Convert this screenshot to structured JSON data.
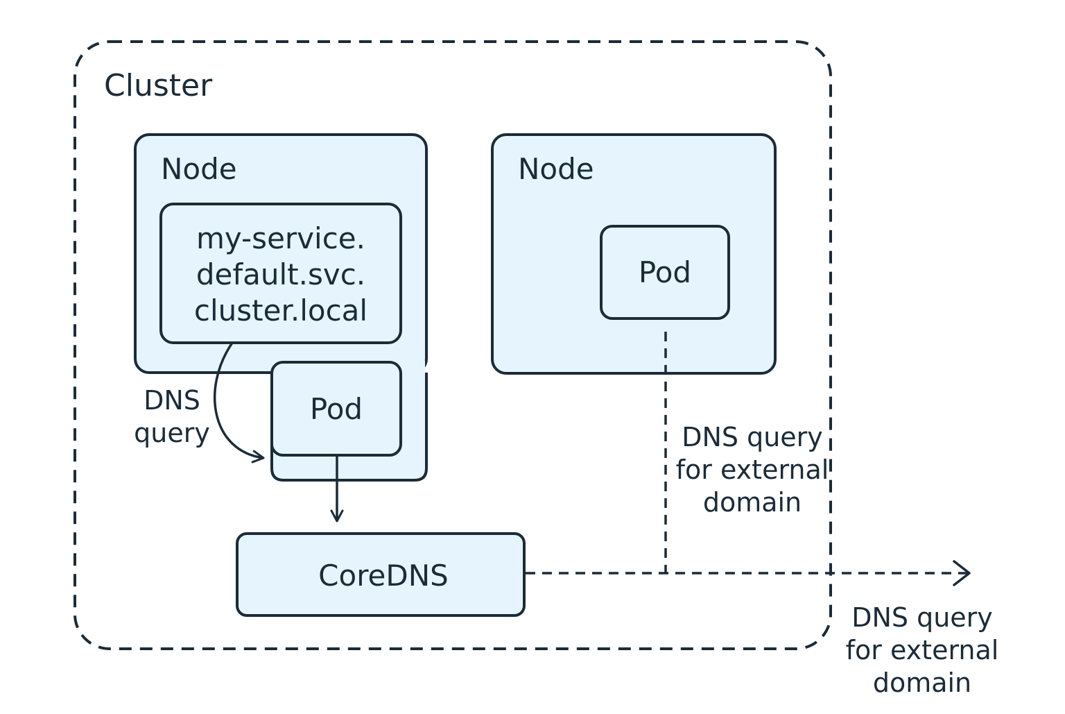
{
  "colors": {
    "stroke": "#1b2b38",
    "box_fill": "#e6f5fd",
    "background": "#ffffff"
  },
  "cluster": {
    "label": "Cluster"
  },
  "node_left": {
    "label": "Node"
  },
  "node_right": {
    "label": "Node"
  },
  "service_box": {
    "line1": "my-service.",
    "line2": "default.svc.",
    "line3": "cluster.local"
  },
  "pod_left": {
    "label": "Pod"
  },
  "pod_right": {
    "label": "Pod"
  },
  "coredns": {
    "label": "CoreDNS"
  },
  "edges": {
    "internal_query": {
      "line1": "DNS",
      "line2": "query"
    },
    "external_query_inside": {
      "line1": "DNS query",
      "line2": "for external",
      "line3": "domain"
    },
    "external_query_outside": {
      "line1": "DNS query",
      "line2": "for external",
      "line3": "domain"
    }
  }
}
